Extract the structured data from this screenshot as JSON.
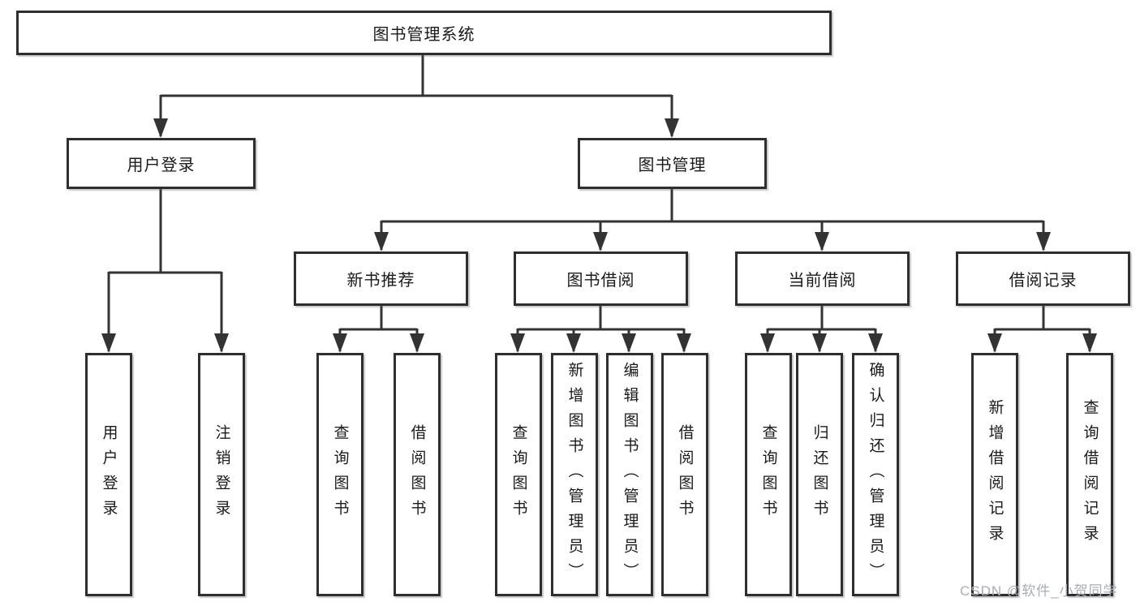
{
  "diagram": {
    "title": "图书管理系统",
    "level1": {
      "user_login": "用户登录",
      "book_management": "图书管理"
    },
    "level2": {
      "new_book_recommend": "新书推荐",
      "book_borrow": "图书借阅",
      "current_borrow": "当前借阅",
      "borrow_records": "借阅记录"
    },
    "leaves": {
      "login": "用户登录",
      "logout": "注销登录",
      "nbr_query_books": "查询图书",
      "nbr_borrow_books": "借阅图书",
      "bb_query_books": "查询图书",
      "bb_add_books_admin": "新增图书（管理员）",
      "bb_edit_books_admin": "编辑图书（管理员）",
      "bb_borrow_books": "借阅图书",
      "cb_query_books": "查询图书",
      "cb_return_books": "归还图书",
      "cb_confirm_return_admin": "确认归还（管理员）",
      "br_add_record": "新增借阅记录",
      "br_query_record": "查询借阅记录"
    }
  },
  "watermark": {
    "text": "CSDN @软件_小贺同学"
  },
  "colors": {
    "line": "#333333",
    "box_border": "#2e2e2e",
    "box_fill": "#ffffff",
    "text": "#1a1a1a",
    "watermark": "#a9adb2",
    "background": "#ffffff"
  }
}
